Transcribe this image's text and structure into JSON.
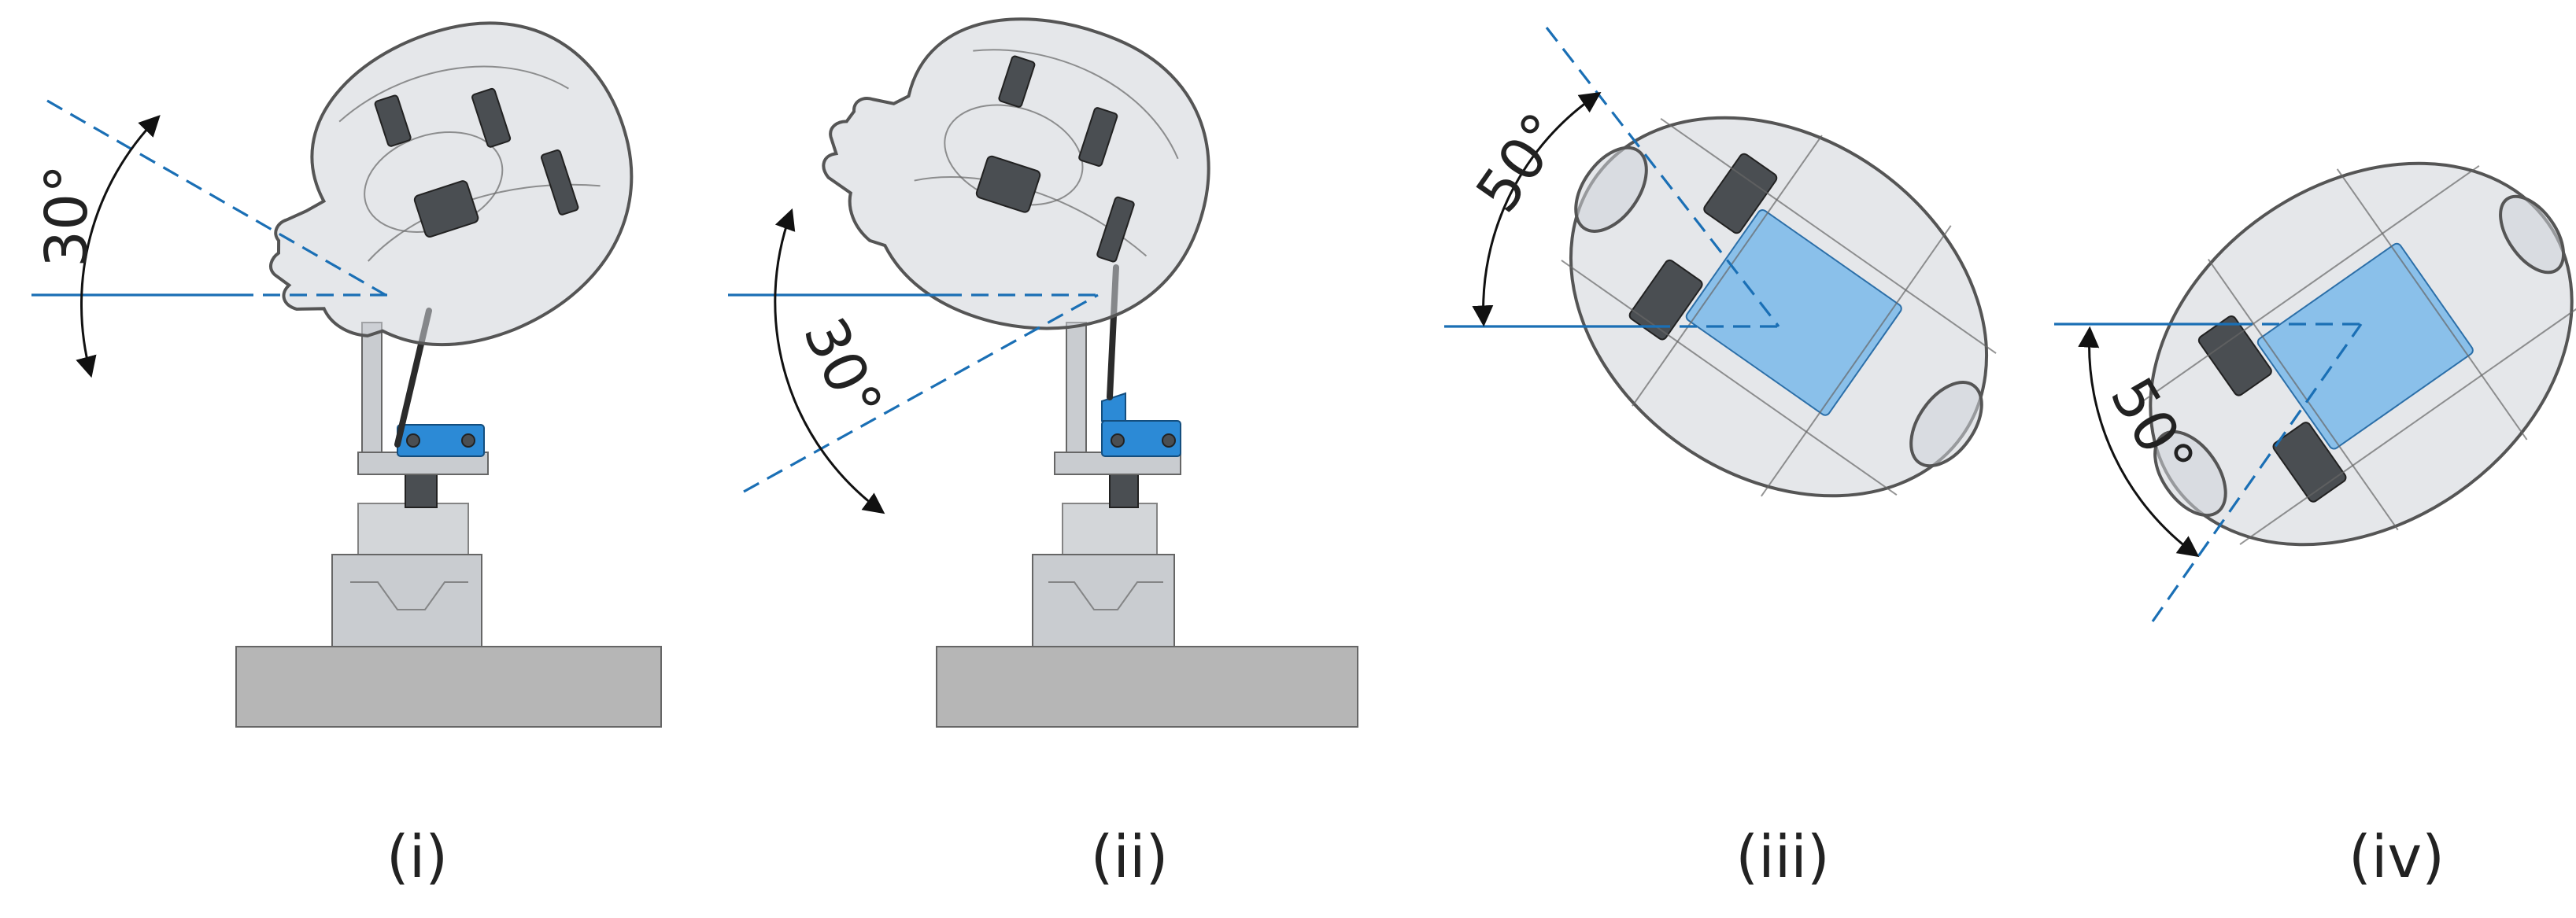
{
  "figure": {
    "panels": [
      {
        "id": "i",
        "label": "(i)",
        "angle_label": "30°"
      },
      {
        "id": "ii",
        "label": "(ii)",
        "angle_label": "30°"
      },
      {
        "id": "iii",
        "label": "(iii)",
        "angle_label": "50°"
      },
      {
        "id": "iv",
        "label": "(iv)",
        "angle_label": "50°"
      }
    ]
  },
  "colors": {
    "axis": "#1a6fb5",
    "actuator_bracket": "#2c8ad6",
    "base_block": "#b6b6b6"
  }
}
